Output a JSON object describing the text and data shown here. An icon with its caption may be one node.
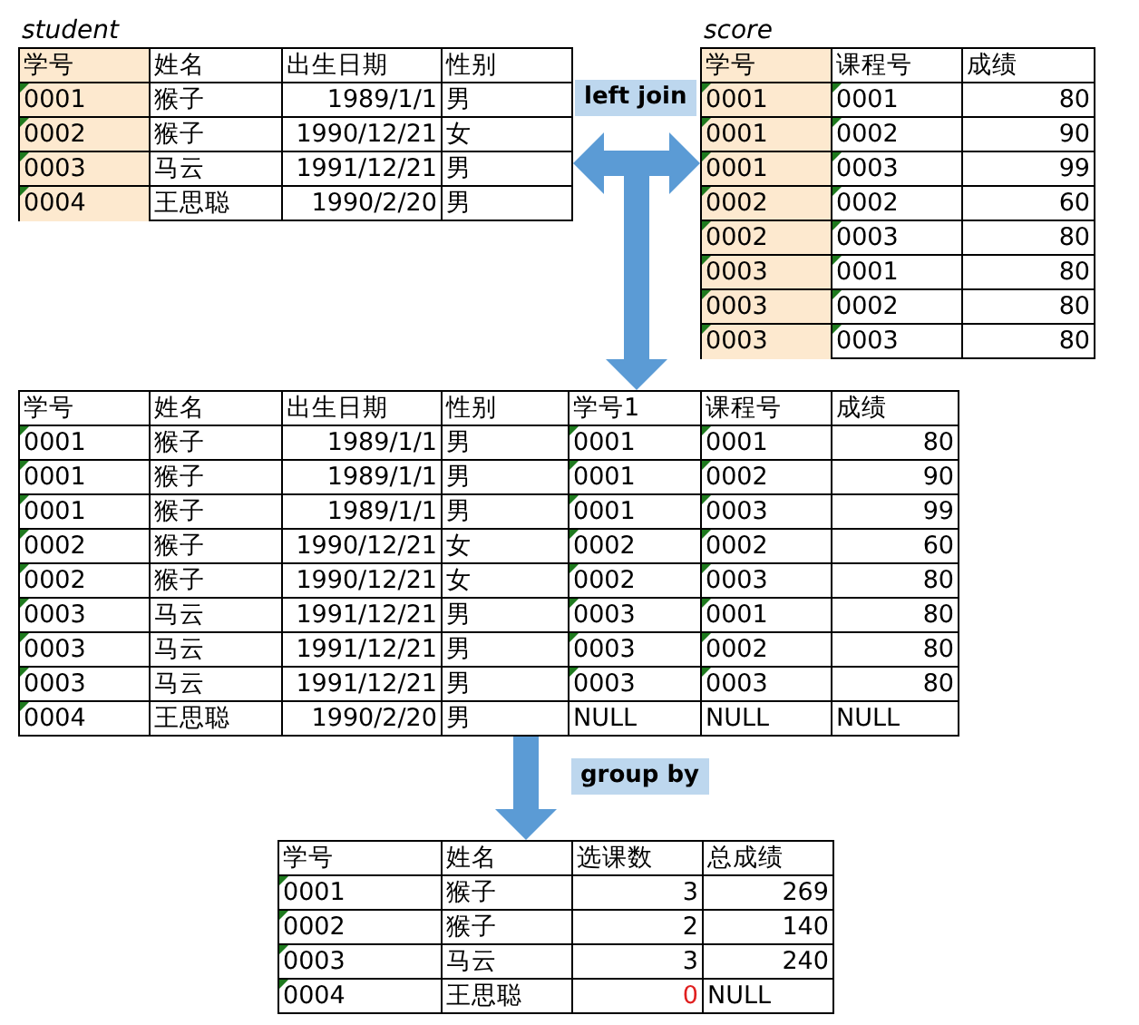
{
  "diagram": {
    "nodes": [
      {
        "text": [
          "student",
          "学号",
          "姓名",
          "出生日期",
          "性别",
          "0001",
          "猴子",
          "1989/1/1",
          "男",
          "0002",
          "猴子",
          "1990/12/21",
          "女",
          "0003",
          "马云",
          "1991/12/21",
          "男",
          "0004",
          "王思聪",
          "1990/2/20",
          "男"
        ]
      },
      {
        "text": [
          "score",
          "学号",
          "课程号",
          "成绩",
          "0001",
          "0001",
          "80",
          "0001",
          "0002",
          "90",
          "0001",
          "0003",
          "99",
          "0002",
          "0002",
          "60",
          "0002",
          "0003",
          "80",
          "0003",
          "0001",
          "80",
          "0003",
          "0002",
          "80",
          "0003",
          "0003",
          "80"
        ]
      },
      {
        "text": [
          "学号",
          "姓名",
          "出生日期",
          "性别",
          "学号1",
          "课程号",
          "成绩",
          "0001",
          "猴子",
          "1989/1/1",
          "男",
          "0001",
          "0001",
          "80",
          "0001",
          "猴子",
          "1989/1/1",
          "男",
          "0001",
          "0002",
          "90",
          "0001",
          "猴子",
          "1989/1/1",
          "男",
          "0001",
          "0003",
          "99",
          "0002",
          "猴子",
          "1990/12/21",
          "女",
          "0002",
          "0002",
          "60",
          "0002",
          "猴子",
          "1990/12/21",
          "女",
          "0002",
          "0003",
          "80",
          "0003",
          "马云",
          "1991/12/21",
          "男",
          "0003",
          "0001",
          "80",
          "0003",
          "马云",
          "1991/12/21",
          "男",
          "0003",
          "0002",
          "80",
          "0003",
          "马云",
          "1991/12/21",
          "男",
          "0003",
          "0003",
          "80",
          "0004",
          "王思聪",
          "1990/2/20",
          "男",
          "NULL",
          "NULL",
          "NULL"
        ]
      },
      {
        "text": [
          "学号",
          "姓名",
          "选课数",
          "总成绩",
          "0001",
          "猴子",
          "3",
          "269",
          "0002",
          "猴子",
          "2",
          "140",
          "0003",
          "马云",
          "3",
          "240",
          "0004",
          "王思聪",
          "0",
          "NULL"
        ]
      }
    ],
    "edges": [
      {
        "from": 0,
        "to": 1,
        "arrow": "both",
        "label": "left join"
      },
      {
        "from": null,
        "to": 2,
        "arrow": "to"
      },
      {
        "from": 2,
        "to": 3,
        "arrow": "to",
        "label": "group by"
      }
    ]
  }
}
